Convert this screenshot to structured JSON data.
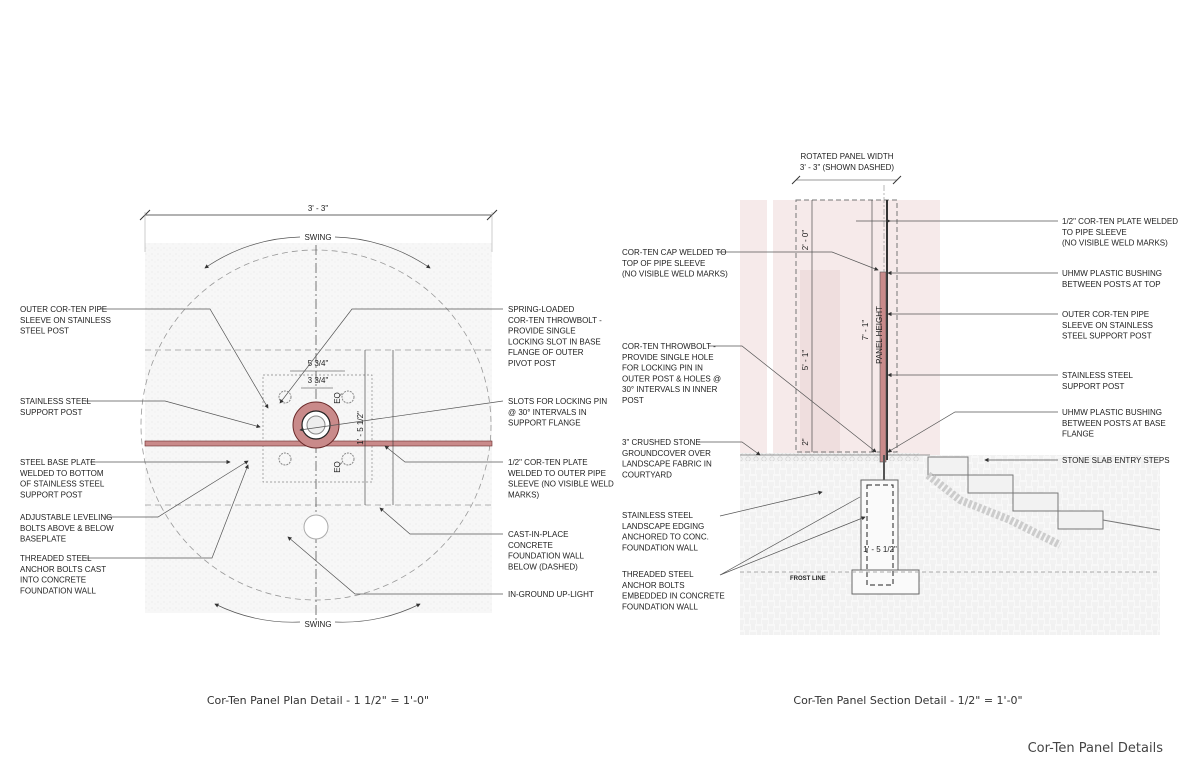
{
  "plan": {
    "overall_dim": "3' - 3\"",
    "swing_top": "SWING",
    "swing_bottom": "SWING",
    "dim_outer": "5 3/4\"",
    "dim_inner": "3 3/4\"",
    "eq_top": "EQ",
    "eq_bottom": "EQ",
    "dim_depth": "1' - 5 1/2\"",
    "labels_left": [
      [
        "OUTER COR-TEN PIPE",
        "SLEEVE ON STAINLESS",
        "STEEL POST"
      ],
      [
        "STAINLESS STEEL",
        "SUPPORT POST"
      ],
      [
        "STEEL BASE PLATE",
        "WELDED TO BOTTOM",
        "OF STAINLESS STEEL",
        "SUPPORT POST"
      ],
      [
        "ADJUSTABLE LEVELING",
        "BOLTS ABOVE & BELOW",
        "BASEPLATE"
      ],
      [
        "THREADED STEEL",
        "ANCHOR BOLTS CAST",
        "INTO CONCRETE",
        "FOUNDATION WALL"
      ]
    ],
    "labels_right": [
      [
        "SPRING-LOADED",
        "COR-TEN THROWBOLT -",
        "PROVIDE SINGLE",
        "LOCKING SLOT IN BASE",
        "FLANGE OF OUTER",
        "PIVOT POST"
      ],
      [
        "SLOTS FOR LOCKING PIN",
        "@ 30° INTERVALS IN",
        "SUPPORT FLANGE"
      ],
      [
        "1/2\" COR-TEN PLATE",
        "WELDED TO OUTER PIPE",
        "SLEEVE (NO VISIBLE WELD",
        "MARKS)"
      ],
      [
        "CAST-IN-PLACE",
        "CONCRETE",
        "FOUNDATION WALL",
        "BELOW (DASHED)"
      ],
      [
        "IN-GROUND UP-LIGHT"
      ]
    ],
    "caption": "Cor-Ten Panel Plan Detail - 1 1/2\" = 1'-0\""
  },
  "section": {
    "rotated_width": [
      "ROTATED PANEL WIDTH",
      "3' - 3\" (SHOWN DASHED)"
    ],
    "dim_top": "2' - 0\"",
    "dim_mid": "5' - 1\"",
    "dim_bottom": "2\"",
    "dim_height": "7' - 1\"",
    "panel_height": "PANEL HEIGHT",
    "footing_width": "1' - 5 1/2\"",
    "frost_line": "FROST LINE",
    "labels_left": [
      [
        "COR-TEN CAP WELDED TO",
        "TOP OF PIPE SLEEVE",
        "(NO VISIBLE WELD MARKS)"
      ],
      [
        "COR-TEN THROWBOLT -",
        "PROVIDE SINGLE HOLE",
        "FOR LOCKING PIN IN",
        "OUTER POST & HOLES @",
        "30° INTERVALS IN INNER",
        "POST"
      ],
      [
        "3\" CRUSHED STONE",
        "GROUNDCOVER OVER",
        "LANDSCAPE FABRIC IN",
        "COURTYARD"
      ],
      [
        "STAINLESS STEEL",
        "LANDSCAPE EDGING",
        "ANCHORED TO CONC.",
        "FOUNDATION WALL"
      ],
      [
        "THREADED STEEL",
        "ANCHOR BOLTS",
        "EMBEDDED IN CONCRETE",
        "FOUNDATION WALL"
      ]
    ],
    "labels_right": [
      [
        "1/2\" COR-TEN PLATE WELDED",
        "TO PIPE SLEEVE",
        "(NO VISIBLE WELD MARKS)"
      ],
      [
        "UHMW PLASTIC BUSHING",
        "BETWEEN POSTS AT TOP"
      ],
      [
        "OUTER COR-TEN PIPE",
        "SLEEVE ON STAINLESS",
        "STEEL SUPPORT POST"
      ],
      [
        "STAINLESS STEEL",
        "SUPPORT POST"
      ],
      [
        "UHMW PLASTIC BUSHING",
        "BETWEEN POSTS AT BASE",
        "FLANGE"
      ],
      [
        "STONE SLAB ENTRY STEPS"
      ]
    ],
    "caption": "Cor-Ten Panel Section Detail - 1/2\" = 1'-0\""
  },
  "sheet_title": "Cor-Ten Panel Details",
  "colors": {
    "corten": "#c98a8a",
    "corten_dark": "#8a3a3a",
    "panel_bg": "#f6eaea",
    "ground": "#f3f3f3"
  }
}
